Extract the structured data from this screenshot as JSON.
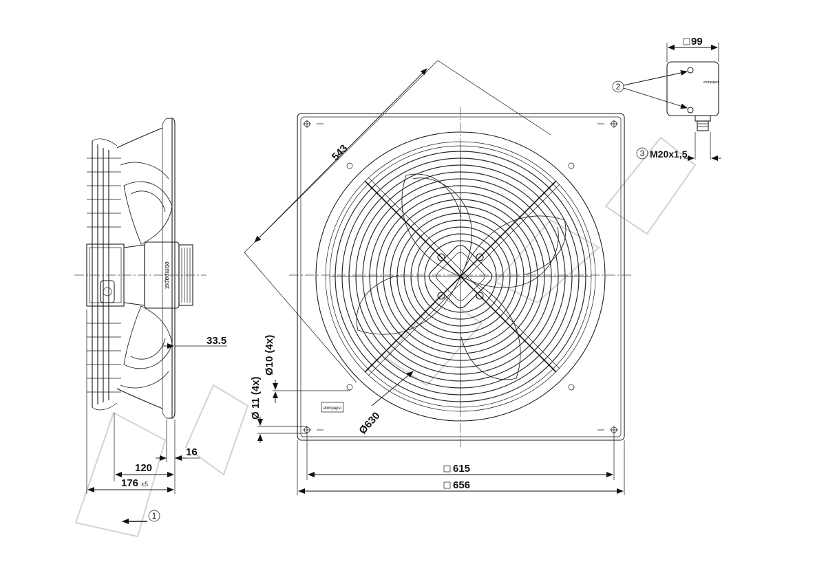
{
  "dimensions": {
    "diag_543": "543",
    "box_99": "99",
    "callout_2": "2",
    "callout_3": "3",
    "thread": "M20x1,5",
    "d33_5": "33.5",
    "hole_d10": "Ø10 (4x)",
    "hole_d11": "Ø 11 (4x)",
    "dia630": "Ø630",
    "d16": "16",
    "d120": "120",
    "d176": "176",
    "d176_tol": "±5",
    "box_615": "615",
    "box_656": "656",
    "callout_1": "1"
  },
  "labels": {
    "brand_small": "ebmpapst"
  },
  "colors": {
    "line": "#1a1a1a",
    "watermark": "#d2d2d2"
  }
}
